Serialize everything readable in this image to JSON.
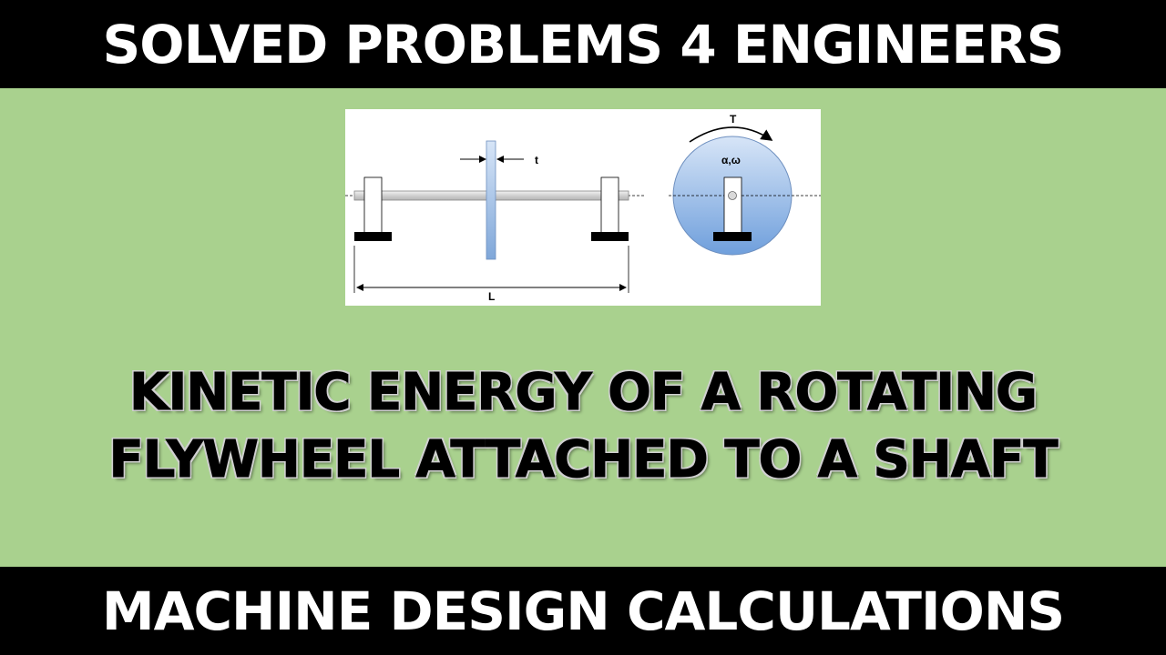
{
  "header": {
    "title": "SOLVED PROBLEMS 4 ENGINEERS"
  },
  "diagram": {
    "thickness_label": "t",
    "length_label": "L",
    "torque_label": "T",
    "angular_label": "α,ω",
    "colors": {
      "shaft": "#d9d9d9",
      "flywheel": "#9dc3e6",
      "flywheel_side": "#7fa7d9",
      "support_base": "#000000"
    }
  },
  "main": {
    "title_line_1": "KINETIC ENERGY OF A ROTATING",
    "title_line_2": "FLYWHEEL ATTACHED TO A SHAFT"
  },
  "footer": {
    "title": "MACHINE DESIGN CALCULATIONS"
  },
  "colors": {
    "background": "#a9d18e",
    "banner": "#000000",
    "banner_text": "#ffffff"
  }
}
